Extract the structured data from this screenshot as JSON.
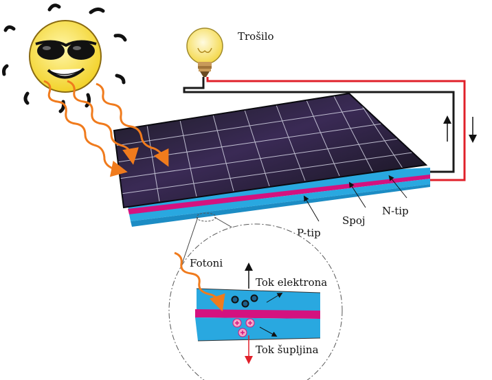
{
  "labels": {
    "load": "Trošilo",
    "n_type": "N-tip",
    "junction": "Spoj",
    "p_type": "P-tip",
    "photons": "Fotoni",
    "electron_flow": "Tok elektrona",
    "hole_flow": "Tok šupljina"
  },
  "colors": {
    "cell_dark": "#16161e",
    "cell_purple": "#3a2a55",
    "panel_blue": "#29a8e0",
    "junction_magenta": "#d4127f",
    "wire_red": "#e0202a",
    "wire_black": "#1a1a1a",
    "photon_orange": "#f07b1d",
    "sun_yellow": "#f6df3c",
    "bulb_yellow": "#f7e36a"
  },
  "icons": {
    "sun": "sun-with-sunglasses-icon",
    "bulb": "light-bulb-icon",
    "electron": "electron-circle-icon",
    "hole": "hole-plus-icon"
  }
}
